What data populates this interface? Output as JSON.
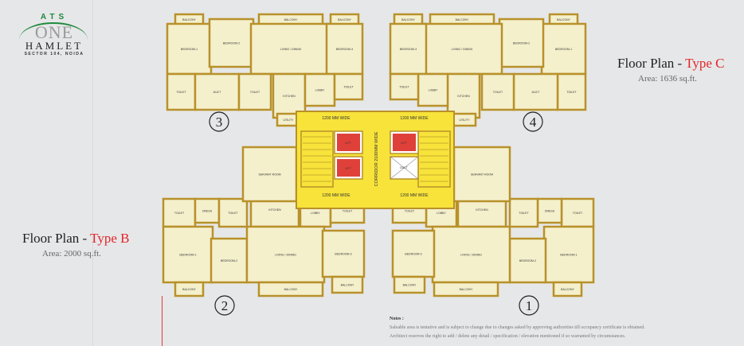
{
  "logo": {
    "brand": "ATS",
    "name_1": "ONE",
    "name_2": "HAMLET",
    "location": "SECTOR 104, NOIDA"
  },
  "type_c": {
    "title_prefix": "Floor Plan - ",
    "type": "Type C",
    "area": "Area: 1636 sq.ft."
  },
  "type_b": {
    "title_prefix": "Floor Plan - ",
    "type": "Type B",
    "area": "Area: 2000 sq.ft."
  },
  "units": {
    "unit_1": "1",
    "unit_2": "2",
    "unit_3": "3",
    "unit_4": "4"
  },
  "rooms": {
    "balcony": "BALCONY",
    "bedroom_1": "BEDROOM-1",
    "bedroom_2": "BEDROOM-2",
    "bedroom_3": "BEDROOM-3",
    "living": "LIVING / DINING",
    "kitchen": "KITCHEN",
    "toilet": "TOILET",
    "lobby": "LOBBY",
    "duct": "DUCT",
    "utility": "UTILITY",
    "dress": "DRESS",
    "servant": "SERVANT ROOM",
    "lift": "LIFT"
  },
  "core": {
    "passage": "1200 MM WIDE",
    "corridor": "CORRIDOR 2100MM WIDE"
  },
  "notes": {
    "heading": "Notes :",
    "line_1": "Saleable area is tentative and is subject to change due to changes asked by approving authorities till occupancy certificate is obtained.",
    "line_2": "Architect reserves the right to add / delete any detail / specification / elevation mentioned if so warranted by circumstances."
  },
  "colors": {
    "wall": "#b8912a",
    "room": "#f4f0cc",
    "core": "#f7e33a",
    "lift": "#e0403a",
    "accent": "#e2262b",
    "logo_green": "#1e8a3c"
  }
}
